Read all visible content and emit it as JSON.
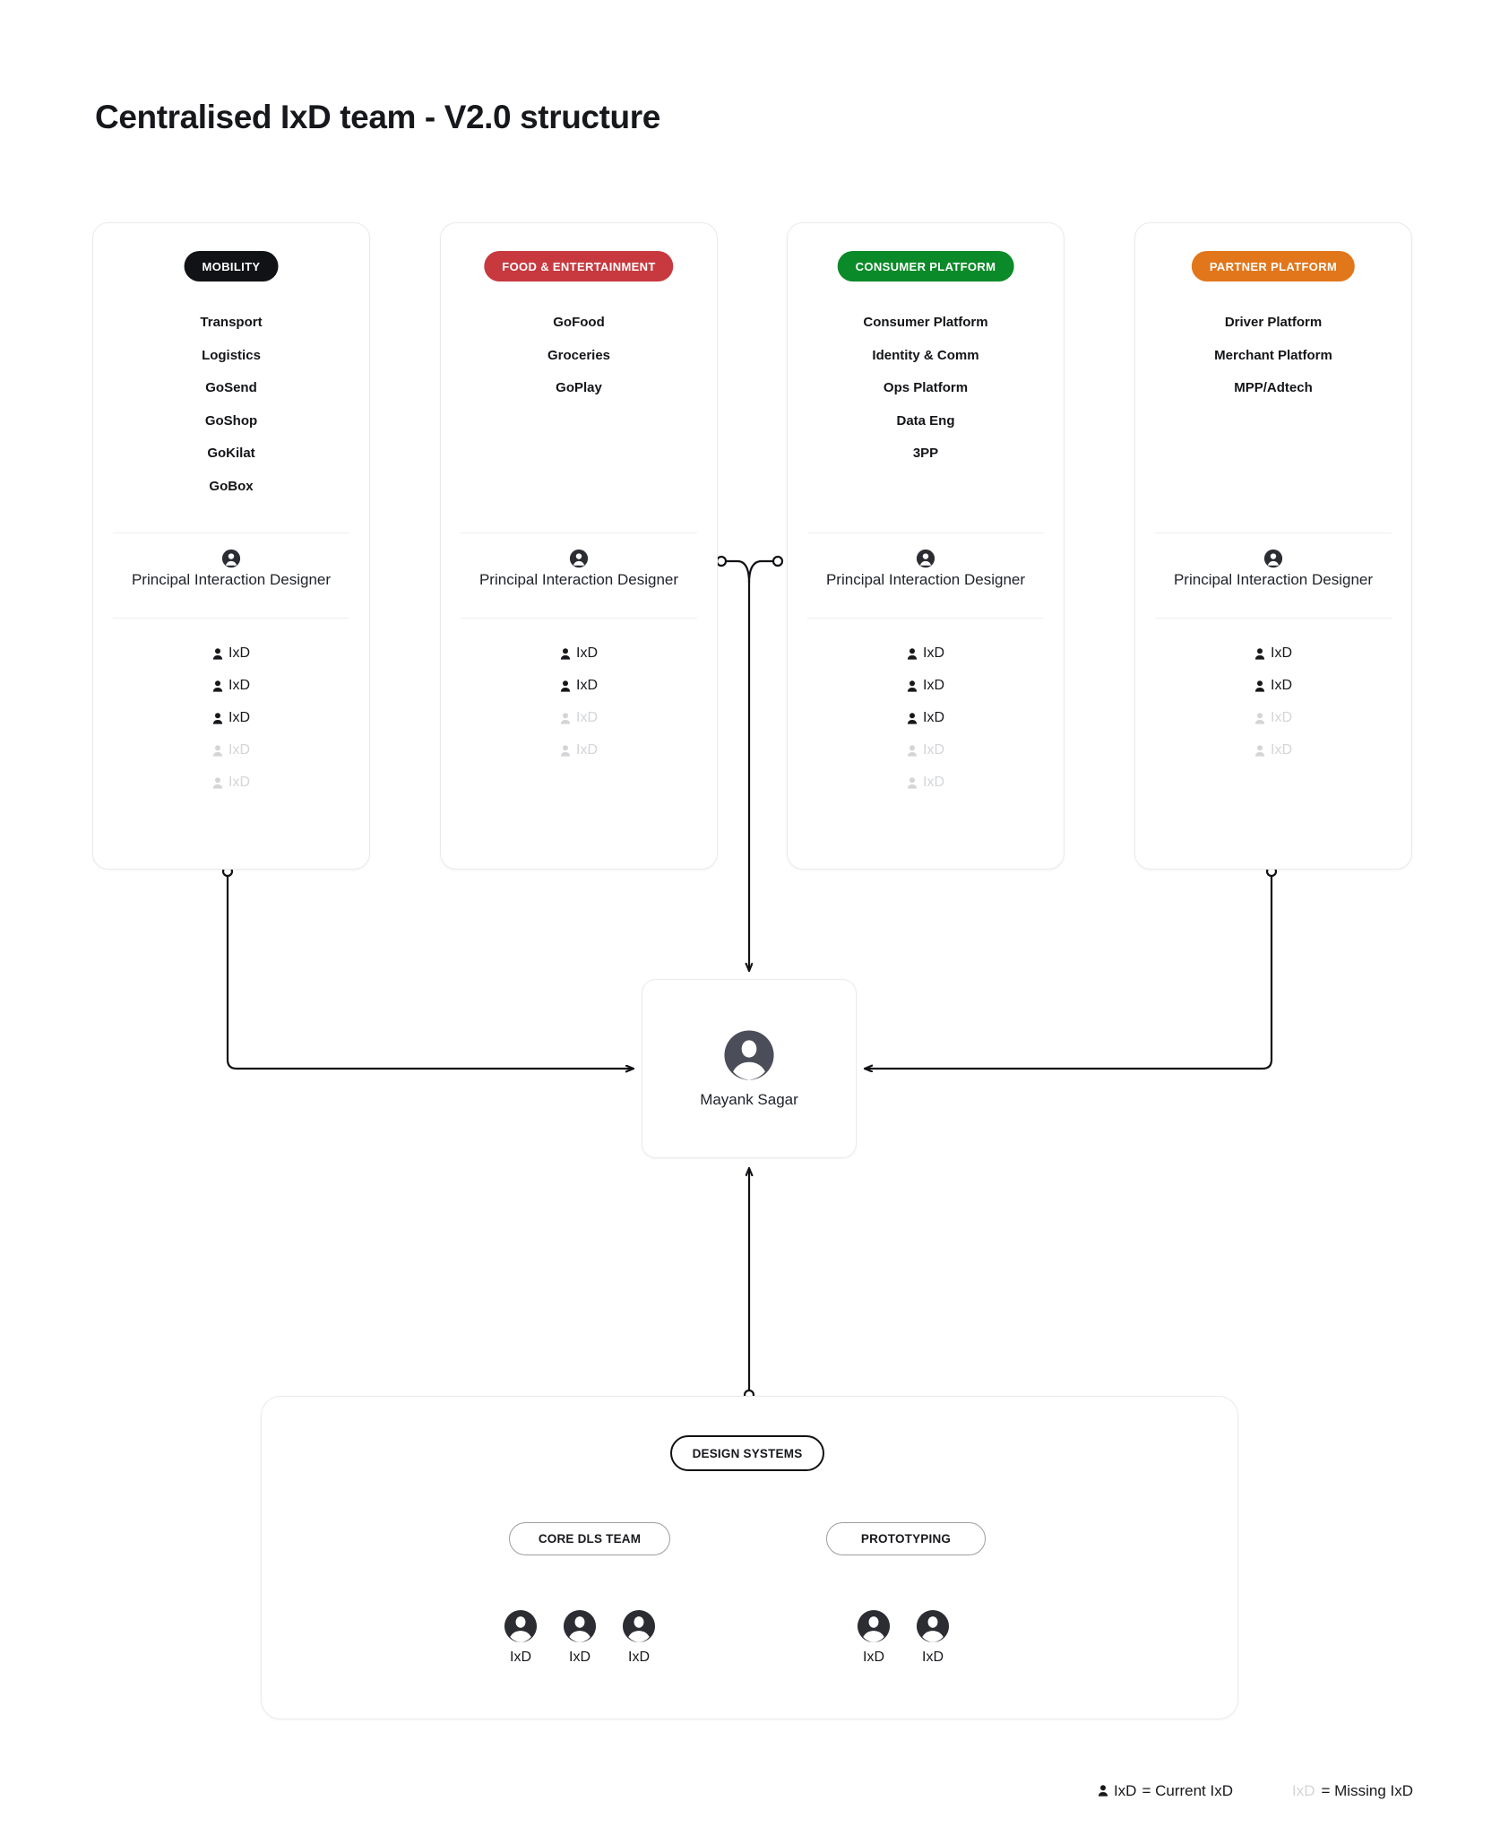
{
  "page": {
    "title": "Centralised IxD team - V2.0 structure",
    "background": "#ffffff"
  },
  "colors": {
    "mobility_badge": "#111215",
    "food_badge": "#c7393f",
    "consumer_badge": "#0a8a28",
    "partner_badge": "#e1761b",
    "card_border": "#e9eaec",
    "current_ixd": "#17181c",
    "missing_ixd": "#d3d5d8",
    "avatar_fill": "#4b4d59",
    "wire": "#111215"
  },
  "columns": [
    {
      "badge": "MOBILITY",
      "badge_color": "#111215",
      "units": [
        "Transport",
        "Logistics",
        "GoSend",
        "GoShop",
        "GoKilat",
        "GoBox"
      ],
      "principal": "Principal Interaction Designer",
      "principal_icon": "person-circle-icon",
      "ixd_rows": [
        {
          "label": "IxD",
          "status": "current"
        },
        {
          "label": "IxD",
          "status": "current"
        },
        {
          "label": "IxD",
          "status": "current"
        },
        {
          "label": "IxD",
          "status": "missing"
        },
        {
          "label": "IxD",
          "status": "missing"
        }
      ]
    },
    {
      "badge": "FOOD & ENTERTAINMENT",
      "badge_color": "#c7393f",
      "units": [
        "GoFood",
        "Groceries",
        "GoPlay"
      ],
      "principal": "Principal Interaction Designer",
      "principal_icon": "person-circle-icon",
      "ixd_rows": [
        {
          "label": "IxD",
          "status": "current"
        },
        {
          "label": "IxD",
          "status": "current"
        },
        {
          "label": "IxD",
          "status": "missing"
        },
        {
          "label": "IxD",
          "status": "missing"
        }
      ]
    },
    {
      "badge": "CONSUMER PLATFORM",
      "badge_color": "#0a8a28",
      "units": [
        "Consumer Platform",
        "Identity & Comm",
        "Ops Platform",
        "Data Eng",
        "3PP"
      ],
      "principal": "Principal Interaction Designer",
      "principal_icon": "person-circle-icon",
      "ixd_rows": [
        {
          "label": "IxD",
          "status": "current"
        },
        {
          "label": "IxD",
          "status": "current"
        },
        {
          "label": "IxD",
          "status": "current"
        },
        {
          "label": "IxD",
          "status": "missing"
        },
        {
          "label": "IxD",
          "status": "missing"
        }
      ]
    },
    {
      "badge": "PARTNER PLATFORM",
      "badge_color": "#e1761b",
      "units": [
        "Driver Platform",
        "Merchant Platform",
        "MPP/Adtech"
      ],
      "principal": "Principal Interaction Designer",
      "principal_icon": "person-circle-icon",
      "ixd_rows": [
        {
          "label": "IxD",
          "status": "current"
        },
        {
          "label": "IxD",
          "status": "current"
        },
        {
          "label": "IxD",
          "status": "missing"
        },
        {
          "label": "IxD",
          "status": "missing"
        }
      ]
    }
  ],
  "manager": {
    "name": "Mayank Sagar",
    "icon": "person-circle-icon"
  },
  "design_systems": {
    "root_pill": "DESIGN SYSTEMS",
    "branches": [
      {
        "pill": "CORE DLS TEAM",
        "members": [
          {
            "label": "IxD",
            "icon": "person-circle-icon"
          },
          {
            "label": "IxD",
            "icon": "person-circle-icon"
          },
          {
            "label": "IxD",
            "icon": "person-circle-icon"
          }
        ]
      },
      {
        "pill": "PROTOTYPING",
        "members": [
          {
            "label": "IxD",
            "icon": "person-circle-icon"
          },
          {
            "label": "IxD",
            "icon": "person-circle-icon"
          }
        ]
      }
    ]
  },
  "legend": {
    "current_key": "IxD",
    "current_text": "= Current IxD",
    "missing_key": "IxD",
    "missing_text": "= Missing IxD"
  }
}
